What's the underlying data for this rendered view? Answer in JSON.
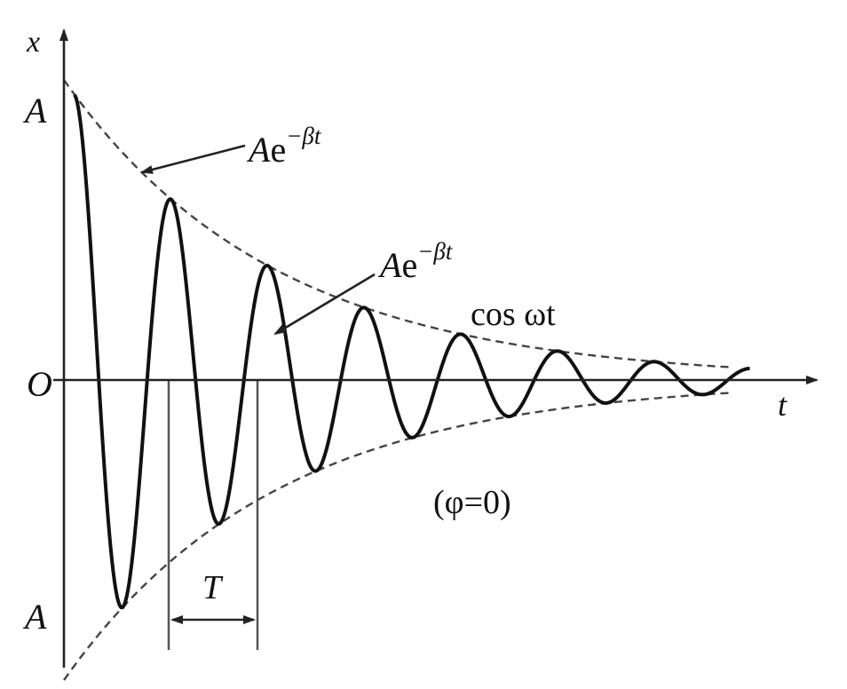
{
  "figure": {
    "axis_x_label": "t",
    "axis_y_label": "x",
    "origin_label": "O",
    "amp_top_label": "A",
    "amp_bottom_label": "A",
    "envelope_label": {
      "coef": "A",
      "base": "e",
      "exponent": "−βt"
    },
    "curve_label": {
      "coef": "A",
      "base": "e",
      "exponent": "−βt",
      "second_line": "cos ωt"
    },
    "period_label": "T",
    "phase_note": "(φ=0)"
  },
  "chart_data": {
    "type": "line",
    "x_axis_label": "t",
    "y_axis_label": "x",
    "series": [
      {
        "name": "Ae^−βt cos ωt",
        "style": "solid",
        "function": "A e^(−βt) cos(ωt)"
      },
      {
        "name": "Ae^−βt",
        "style": "dashed",
        "function": "±A e^(−βt)"
      }
    ],
    "phase": "φ=0",
    "colors": {
      "curve": "#111111",
      "envelope": "#444444",
      "axis": "#222222",
      "period_lines": "#555555"
    }
  }
}
